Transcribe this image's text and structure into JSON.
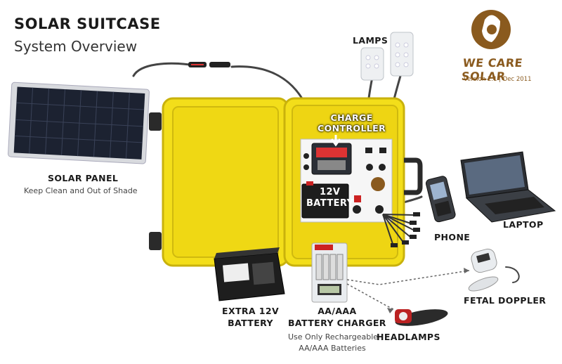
{
  "title": "SOLAR SUITCASE",
  "subtitle": "System Overview",
  "logo": {
    "text": "WE CARE SOLAR",
    "version": "Version 2.1   |   Dec 2011"
  },
  "labels": {
    "lamps": "LAMPS",
    "charge_controller": [
      "CHARGE",
      "CONTROLLER"
    ],
    "battery_12v": [
      "12V",
      "BATTERY"
    ],
    "solar_panel": "SOLAR PANEL",
    "solar_panel_note": "Keep Clean and Out of Shade",
    "laptop": "LAPTOP",
    "phone": "PHONE",
    "extra_battery": [
      "EXTRA 12V",
      "BATTERY"
    ],
    "aa_charger": [
      "AA/AAA",
      "BATTERY CHARGER"
    ],
    "aa_note": [
      "Use Only Rechargeable",
      "AA/AAA Batteries"
    ],
    "headlamps": "HEADLAMPS",
    "fetal_doppler": "FETAL DOPPLER"
  },
  "colors": {
    "case_yellow": "#f3de1a",
    "case_shadow": "#c9b20c",
    "logo_brown": "#8a5a1e",
    "panel_dark": "#1c2231"
  }
}
